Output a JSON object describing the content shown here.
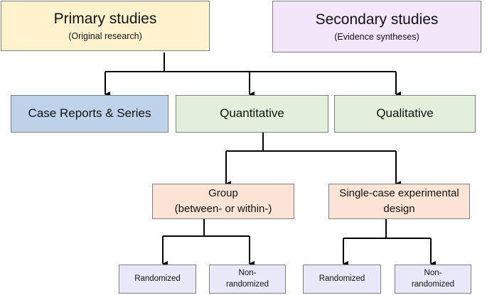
{
  "primary": {
    "title": "Primary studies",
    "subtitle": "(Original research)"
  },
  "secondary": {
    "title": "Secondary studies",
    "subtitle": "(Evidence syntheses)"
  },
  "level2": {
    "case": "Case Reports & Series",
    "quantitative": "Quantitative",
    "qualitative": "Qualitative"
  },
  "level3": {
    "group_line1": "Group",
    "group_line2": "(between- or within-)",
    "scd_line1": "Single-case experimental",
    "scd_line2": "design"
  },
  "level4": {
    "group_randomized": "Randomized",
    "group_nonrand_line1": "Non-",
    "group_nonrand_line2": "randomized",
    "scd_randomized": "Randomized",
    "scd_nonrand_line1": "Non-",
    "scd_nonrand_line2": "randomized"
  },
  "colors": {
    "primary": "#fff2cc",
    "secondary": "#f3e6fb",
    "case": "#bed3ea",
    "quant_qual": "#e2efda",
    "design": "#fbe4d5",
    "leaf": "#e8e8f8"
  }
}
